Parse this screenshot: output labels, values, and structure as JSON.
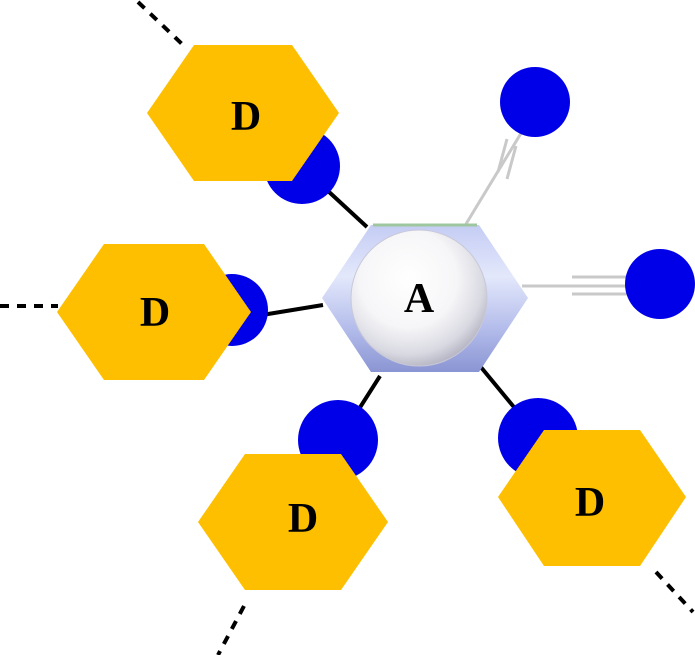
{
  "diagram": {
    "center_label": "A",
    "donor_labels": [
      "D",
      "D",
      "D",
      "D"
    ]
  },
  "colors": {
    "background": "#ffffff",
    "donor_hex": "#FDBF00",
    "ball": "#0000E8",
    "bond": "#000000",
    "faded_bond": "#C9C9C9",
    "center_hex_light": "#DDE4FA",
    "center_hex_dark": "#8E99D6"
  }
}
